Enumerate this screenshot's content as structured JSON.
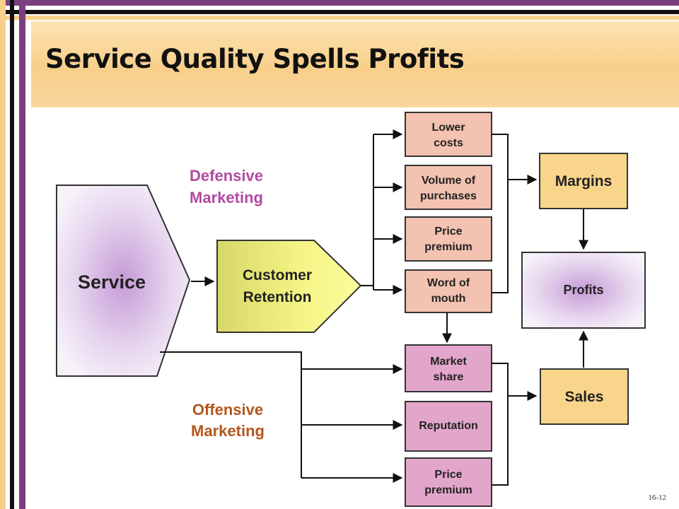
{
  "title": "Service Quality Spells Profits",
  "slide_number": "16-12",
  "colors": {
    "accent_purple": "#7b3f7f",
    "header_orange": "#f8cf8a",
    "defensive_label": "#b14aa0",
    "offensive_label": "#b5561c",
    "defensive_box": "#f3c2b0",
    "offensive_box": "#e3a6cb",
    "outcome_box": "#f8d58a",
    "retention_fill": "#f0f07e"
  },
  "service": {
    "label": "Service"
  },
  "retention": {
    "line1": "Customer",
    "line2": "Retention"
  },
  "defensive": {
    "line1": "Defensive",
    "line2": "Marketing"
  },
  "offensive": {
    "line1": "Offensive",
    "line2": "Marketing"
  },
  "defensive_items": [
    {
      "line1": "Lower",
      "line2": "costs"
    },
    {
      "line1": "Volume of",
      "line2": "purchases"
    },
    {
      "line1": "Price",
      "line2": "premium"
    },
    {
      "line1": "Word of",
      "line2": "mouth"
    }
  ],
  "offensive_items": [
    {
      "line1": "Market",
      "line2": "share"
    },
    {
      "line1": "Reputation",
      "line2": ""
    },
    {
      "line1": "Price",
      "line2": "premium"
    }
  ],
  "margins": {
    "label": "Margins"
  },
  "profits": {
    "label": "Profits"
  },
  "sales": {
    "label": "Sales"
  }
}
